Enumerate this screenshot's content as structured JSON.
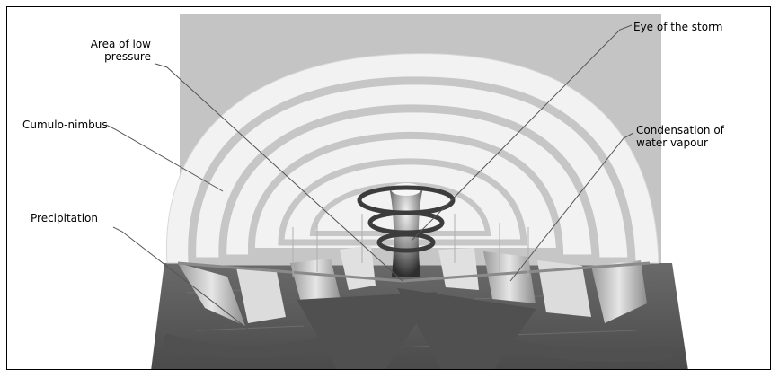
{
  "labels": {
    "low_pressure": [
      "Area of low",
      "pressure"
    ],
    "cumulo_nimbus": "Cumulo-nimbus",
    "precipitation": "Precipitation",
    "eye": "Eye of the storm",
    "condensation": [
      "Condensation of",
      "water vapour"
    ]
  },
  "colors": {
    "background_panel": "#c4c4c4",
    "sea": "#555555",
    "cloud_light": "#f0f0f0",
    "cloud_band": "#bdbdbd",
    "arrow": "#505050",
    "leader": "#555555"
  }
}
